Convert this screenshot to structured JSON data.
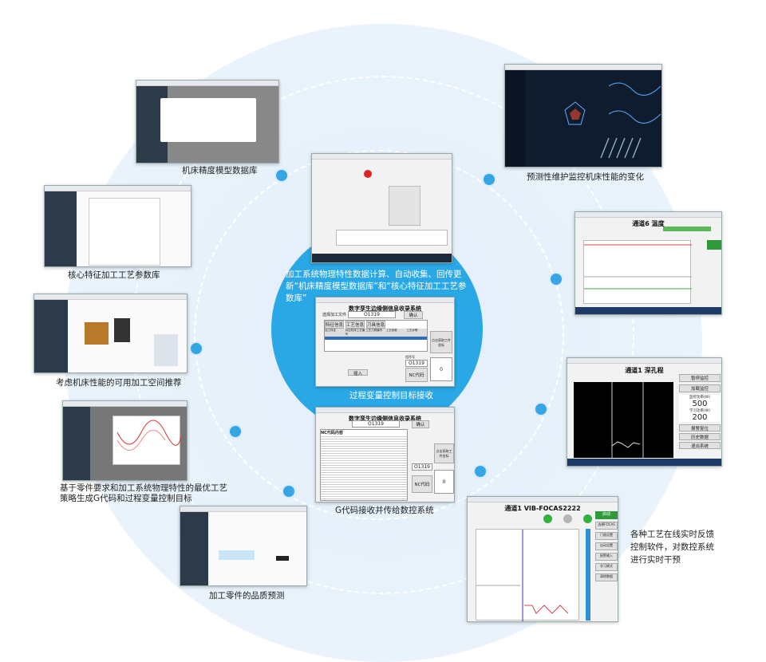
{
  "center": {
    "caption": "加工系统物理特性数据计算、自动收集、回传更新“机床精度模型数据库”和“核心特征加工工艺参数库”",
    "target_label": "过程变量控制目标接收",
    "gcode_label": "G代码接收并传给数控系统"
  },
  "labels": {
    "precision_db": "机床精度模型数据库",
    "process_db": "核心特征加工工艺参数库",
    "space_recommend": "考虑机床性能的可用加工空间推荐",
    "optimal_strategy_1": "基于零件要求和加工系统物理特性的最优工艺",
    "optimal_strategy_2": "策略生成G代码和过程变量控制目标",
    "quality_predict": "加工零件的品质预测",
    "maintenance": "预测性维护监控机床性能的变化",
    "feedback_1": "各种工艺在线实时反馈",
    "feedback_2": "控制软件，对数控系统",
    "feedback_3": "进行实时干预"
  },
  "edge_app": {
    "title": "数字孪生边缘侧信息收录系统",
    "program_label": "选择加工文件",
    "program": "O1319",
    "confirm": "确认",
    "insert": "插入",
    "nc_code": "NC代码",
    "nc_content": "NC代码内容",
    "get_coord": "点击获取工件坐标",
    "prog_no_label": "程序号",
    "count": "0",
    "tabs": [
      "特征信息",
      "工艺信息",
      "刀具信息"
    ],
    "cols": [
      "加工特征",
      "对应机床工艺编号",
      "工艺刀具编号",
      "工艺参数",
      "工艺步骤"
    ]
  },
  "vib_app": {
    "title": "通道1 VIB-FOCAS2222",
    "buttons": [
      "启动",
      "选择FOCAS",
      "门限设置",
      "自动设置",
      "报警输入",
      "学习模式",
      "清除数据"
    ],
    "colors": {
      "on": "#2eb33c",
      "off": "#b5b5b5"
    }
  },
  "temp_app": {
    "title": "通道6 温度"
  },
  "drill_app": {
    "title": "通道1 深孔程",
    "value1_label": "监控功率(W)",
    "value1": "500",
    "value2_label": "学习功率(W)",
    "value2": "200",
    "buttons": [
      "暂停监控",
      "加载监控",
      "报警复位",
      "历史数据",
      "退出系统"
    ]
  }
}
